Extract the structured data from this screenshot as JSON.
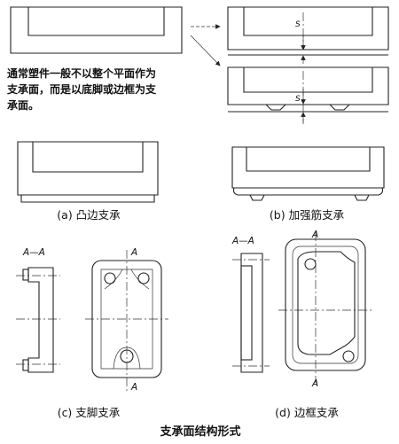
{
  "note": {
    "lines": [
      "通常塑件一般不以整个平面作为",
      "支承面，而是以底脚或边框为支",
      "承面。"
    ]
  },
  "dimension_label": "S",
  "section_label": "A—A",
  "section_mark": "A",
  "captions": {
    "a": "(a) 凸边支承",
    "b": "(b) 加强筋支承",
    "c": "(c) 支脚支承",
    "d": "(d) 边框支承"
  },
  "figure_title": "支承面结构形式",
  "colors": {
    "line": "#222222",
    "hatch": "#555555",
    "background": "#ffffff"
  }
}
